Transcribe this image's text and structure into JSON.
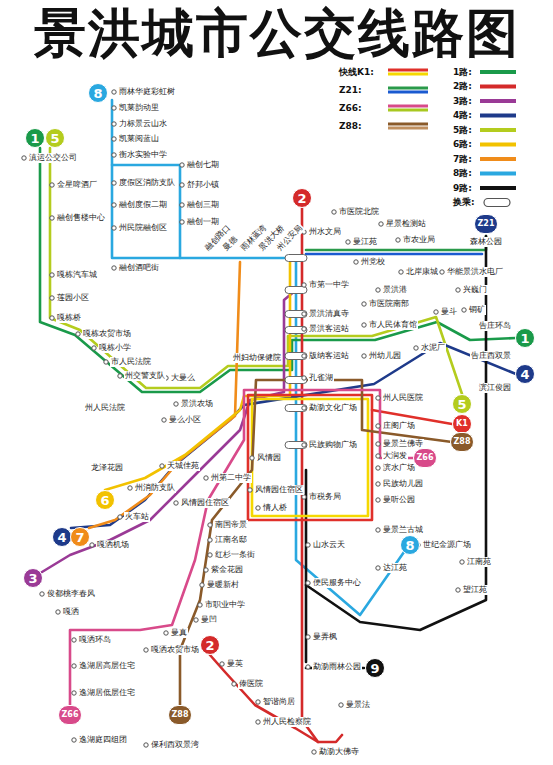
{
  "diagram": {
    "title": "景洪城市公交线路图",
    "nodes": [
      {
        "text": [
          "8"
        ]
      },
      {
        "text": [
          "1"
        ]
      },
      {
        "text": [
          "5"
        ]
      },
      {
        "text": [
          "2"
        ]
      },
      {
        "text": [
          "Z21"
        ]
      },
      {
        "text": [
          "1"
        ]
      },
      {
        "text": [
          "4"
        ]
      },
      {
        "text": [
          "5"
        ]
      },
      {
        "text": [
          "K1"
        ]
      },
      {
        "text": [
          "Z88"
        ]
      },
      {
        "text": [
          "Z66"
        ]
      },
      {
        "text": [
          "6"
        ]
      },
      {
        "text": [
          "4"
        ]
      },
      {
        "text": [
          "7"
        ]
      },
      {
        "text": [
          "8"
        ]
      },
      {
        "text": [
          "3"
        ]
      },
      {
        "text": [
          "2"
        ]
      },
      {
        "text": [
          "9"
        ]
      },
      {
        "text": [
          "Z66"
        ]
      },
      {
        "text": [
          "Z88"
        ]
      }
    ],
    "labels": [
      "雨林华庭彩虹树",
      "凯莱韵动里",
      "力标景云山水",
      "凯莱阅蓝山",
      "衡水实验中学",
      "融创七期",
      "舒邦小镇",
      "融创三期",
      "融创一期",
      "度假区消防支队",
      "融创度假二期",
      "州民院融创区",
      "融创酒吧街",
      "融创路口",
      "曼德",
      "雨林蓝湾",
      "景洪大桥",
      "州公安局",
      "州水文局",
      "市医院北院",
      "星景检测站",
      "曼江苑",
      "市农业局",
      "州党校",
      "北岸康城",
      "华能景洪水电厂",
      "景洪港",
      "兴巍门",
      "铜矿",
      "市医院南部",
      "市第一中学",
      "景洪清真寺",
      "景洪客运站",
      "版纳客运站",
      "市人民体育馆",
      "曼斗",
      "水泥厂",
      "告庄环岛",
      "告庄西双景",
      "滨江俊园",
      "州幼儿园",
      "孔雀湖",
      "州人民医院",
      "勐泐文化广场",
      "庄阁广场",
      "曼景兰佛寺",
      "大润发",
      "滨水广场",
      "民族幼儿园",
      "曼听公园",
      "曼景兰古城",
      "民族购物广场",
      "市税务局",
      "山水云天",
      "达江苑",
      "便民服务中心",
      "曼弄枫",
      "勐泐雨林公园",
      "曼景法",
      "勐泐大佛寺",
      "州人民检察院",
      "智谐尚居",
      "傣医院",
      "曼英",
      "滇运公交公司",
      "金星啤酒厂",
      "融创售楼中心",
      "嘎栋汽车城",
      "莲园小区",
      "嘎栋桥",
      "嘎栋农贸市场",
      "嘎栋小学",
      "市人民法院",
      "州交警支队",
      "大曼么",
      "州人民法院",
      "景洪农场",
      "曼么小区",
      "州妇幼保健院",
      "风情园",
      "州第二中学",
      "风情园住宿区",
      "情人桥",
      "龙泽花园",
      "天城佳苑",
      "州消防支队",
      "风情园住宿区",
      "火车站",
      "嘎洒机场",
      "南国帝景",
      "江南名邸",
      "红杉一条街",
      "紫金花园",
      "曼暖新村",
      "市职业中学",
      "曼凹",
      "曼真",
      "嘎洒农贸市场",
      "俊都桃李春风",
      "嘎洒",
      "嘎洒环岛",
      "逸湖居高层住宅",
      "逸湖居低层住宅",
      "逸湖庭四组团",
      "保利西双景湾",
      "世纪金源广场",
      "江南苑",
      "望江苑",
      "森林公园"
    ],
    "legend": [
      {
        "text": "快线K1:"
      },
      {
        "text": "Z21:"
      },
      {
        "text": "Z66:"
      },
      {
        "text": "Z88:"
      },
      {
        "text": "1路:",
        "color": "#1a9a4a"
      },
      {
        "text": "2路:",
        "color": "#d42a2a"
      },
      {
        "text": "3路:",
        "color": "#9a3a96"
      },
      {
        "text": "4路:",
        "color": "#1e3a8a"
      },
      {
        "text": "5路:",
        "color": "#b4cc1e"
      },
      {
        "text": "6路:",
        "color": "#f2c200"
      },
      {
        "text": "7路:",
        "color": "#f08c1a"
      },
      {
        "text": "8路:",
        "color": "#2aa8e0"
      },
      {
        "text": "9路:",
        "color": "#111111"
      },
      {
        "text": "换乘:"
      }
    ]
  }
}
